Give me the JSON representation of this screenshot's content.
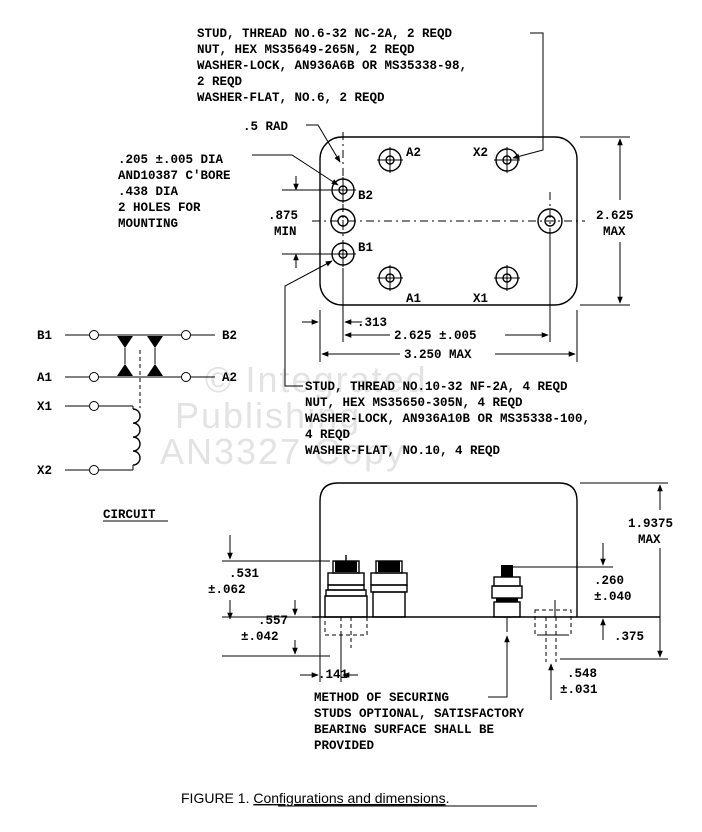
{
  "watermark": {
    "line1": "© Integrated",
    "line2": "Publishing",
    "line3": "AN3327 Copy"
  },
  "top_view": {
    "stud_small_note": [
      "STUD, THREAD NO.6-32 NC-2A, 2 REQD",
      "NUT, HEX MS35649-265N, 2 REQD",
      "WASHER-LOCK, AN936A6B OR MS35338-98,",
      "2 REQD",
      "WASHER-FLAT, NO.6, 2 REQD"
    ],
    "radius_label": ".5 RAD",
    "hole_note": [
      ".205 ±.005 DIA",
      "AND10387 C'BORE",
      ".438 DIA",
      "2 HOLES FOR",
      "MOUNTING"
    ],
    "min_dim": [
      ".875",
      "MIN"
    ],
    "height_dim": [
      "2.625",
      "MAX"
    ],
    "offset_dim": ".313",
    "spacing_dim": "2.625 ±.005",
    "width_dim": "3.250 MAX",
    "terminals": {
      "a1": "A1",
      "a2": "A2",
      "b1": "B1",
      "b2": "B2",
      "x1": "X1",
      "x2": "X2"
    },
    "stud_large_note": [
      "STUD, THREAD NO.10-32 NF-2A, 4 REQD",
      "NUT, HEX MS35650-305N, 4 REQD",
      "WASHER-LOCK, AN936A10B OR MS35338-100,",
      "4 REQD",
      "WASHER-FLAT, NO.10, 4 REQD"
    ]
  },
  "circuit": {
    "b1": "B1",
    "b2": "B2",
    "a1": "A1",
    "a2": "A2",
    "x1": "X1",
    "x2": "X2",
    "title": "CIRCUIT"
  },
  "side_view": {
    "height_dim": [
      "1.9375",
      "MAX"
    ],
    "left_stud_dim": [
      ".531",
      "±.062"
    ],
    "left_base_dim": [
      ".557",
      "±.042"
    ],
    "bottom_dim": ".141",
    "right_stud_dim": [
      ".260",
      "±.040"
    ],
    "right_base_dim": ".375",
    "right_bottom_dim": [
      ".548",
      "±.031"
    ],
    "securing_note": [
      "METHOD OF SECURING",
      "STUDS OPTIONAL, SATISFACTORY",
      "BEARING SURFACE SHALL BE",
      "PROVIDED"
    ]
  },
  "caption": {
    "prefix": "FIGURE 1. ",
    "title": "Configurations and dimensions",
    "suffix": "."
  }
}
